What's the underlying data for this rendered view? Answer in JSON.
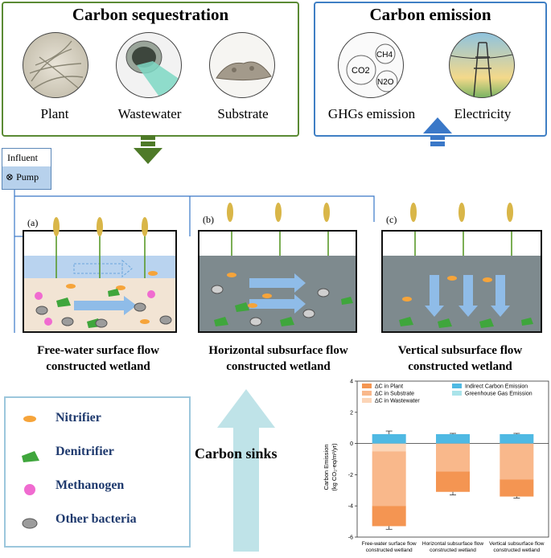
{
  "sequestration": {
    "title": "Carbon sequestration",
    "labels": [
      "Plant",
      "Wastewater",
      "Substrate"
    ]
  },
  "emission": {
    "title": "Carbon emission",
    "labels": [
      "GHGs emission",
      "Electricity"
    ],
    "gases": [
      "CH4",
      "CO2",
      "N2O"
    ]
  },
  "influent": {
    "label": "Influent",
    "pump": "Pump"
  },
  "wetlands": [
    {
      "tag": "(a)",
      "title_lines": [
        "Free-water surface flow",
        "constructed wetland"
      ]
    },
    {
      "tag": "(b)",
      "title_lines": [
        "Horizontal subsurface flow",
        "constructed wetland"
      ]
    },
    {
      "tag": "(c)",
      "title_lines": [
        "Vertical subsurface flow",
        "constructed wetland"
      ]
    }
  ],
  "legend": [
    "Nitrifier",
    "Denitrifier",
    "Methanogen",
    "Other bacteria"
  ],
  "carbon_sinks": "Carbon sinks",
  "colors": {
    "green_arrow": "#4e7a28",
    "blue_arrow": "#3a78c8",
    "sink_arrow": "#bfe3e8",
    "plant_dc": "#f49552",
    "substrate_dc": "#f9b88b",
    "wastewater_dc": "#fcd5b7",
    "indirect": "#4fb9e3",
    "ghg": "#a9e3ea"
  },
  "chart_data": {
    "type": "bar",
    "stacked": true,
    "ylabel": "Carbon Emission",
    "yunit": "(kg CO₂-eq/m²/yr)",
    "ylim": [
      -6,
      4
    ],
    "yticks": [
      -6,
      -4,
      -2,
      0,
      2,
      4
    ],
    "categories": [
      [
        "Free-water surface flow",
        "constructed wetland"
      ],
      [
        "Horizontal subsurface flow",
        "constructed wetland"
      ],
      [
        "Vertical subsurface flow",
        "constructed wetland"
      ]
    ],
    "series": [
      {
        "name": "ΔC in Plant",
        "values": [
          -1.3,
          -1.3,
          -1.1
        ]
      },
      {
        "name": "ΔC in Substrate",
        "values": [
          -3.5,
          -1.8,
          -2.3
        ]
      },
      {
        "name": "ΔC in Wastewater",
        "values": [
          -0.5,
          0,
          0
        ]
      },
      {
        "name": "Indirect Carbon Emission",
        "values": [
          0.6,
          0.6,
          0.6
        ]
      },
      {
        "name": "Greenhouse Gas Emission",
        "values": [
          0,
          0,
          0
        ]
      }
    ],
    "totals_up": [
      0.8,
      0.65,
      0.65
    ],
    "totals_down": [
      -5.5,
      -3.3,
      -3.5
    ],
    "legend_position": "top"
  }
}
